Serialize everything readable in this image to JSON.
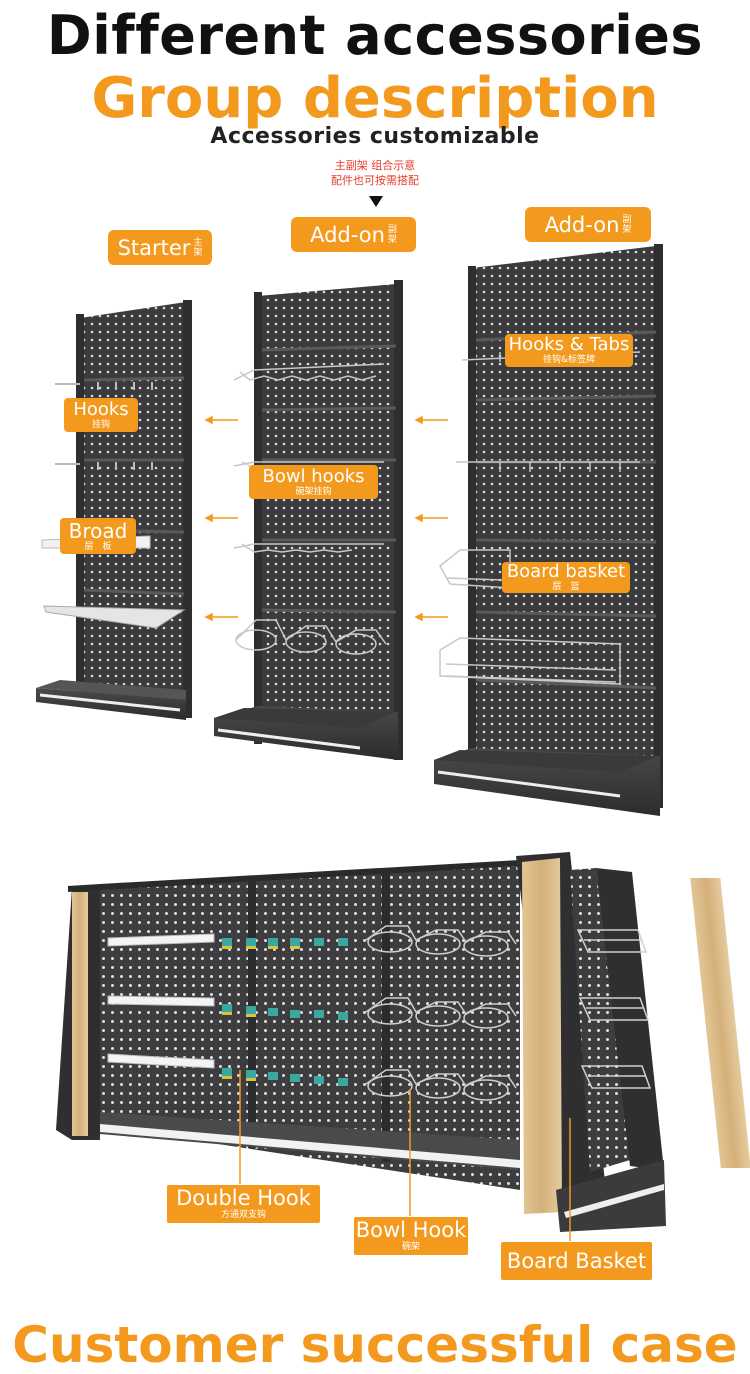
{
  "header": {
    "line1": "Different accessories",
    "line2": "Group description",
    "line3": "Accessories customizable",
    "note_line1": "主副架 组合示意",
    "note_line2": "配件也可按需搭配"
  },
  "frames": {
    "starter": {
      "en": "Starter",
      "cn1": "主",
      "cn2": "架"
    },
    "addon1": {
      "en": "Add-on",
      "cn1": "副",
      "cn2": "架"
    },
    "addon2": {
      "en": "Add-on",
      "cn1": "副",
      "cn2": "架"
    }
  },
  "callouts": {
    "hooks": {
      "en": "Hooks",
      "cn": "挂钩"
    },
    "broad": {
      "en": "Broad",
      "cn": "层　板"
    },
    "bowl_hooks": {
      "en": "Bowl hooks",
      "cn": "碗架挂钩"
    },
    "hooks_tabs": {
      "en": "Hooks & Tabs",
      "cn": "挂钩&标签牌"
    },
    "board_basket": {
      "en": "Board basket",
      "cn": "层　篮"
    }
  },
  "bottom_callouts": {
    "double_hook": {
      "en": "Double Hook",
      "cn": "方通双支钩"
    },
    "bowl_hook": {
      "en": "Bowl Hook",
      "cn": "碗架"
    },
    "board_basket": {
      "en": "Board Basket"
    }
  },
  "footer": {
    "title": "Customer successful case"
  },
  "colors": {
    "accent": "#f39a1e",
    "panel": "#3a3a3c",
    "wood": "#d9b98a"
  }
}
